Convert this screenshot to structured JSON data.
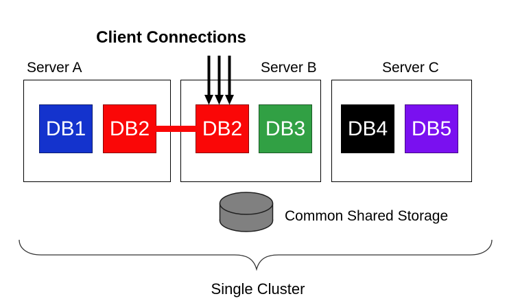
{
  "title": {
    "text": "Client Connections"
  },
  "client_connections": {
    "arrow_count": 3,
    "arrow_color": "#000000",
    "target": "Server B DB2"
  },
  "servers": [
    {
      "label": "Server A",
      "databases": [
        {
          "label": "DB1",
          "color": "#1433cd",
          "text_color": "#ffffff"
        },
        {
          "label": "DB2",
          "color": "#fa0707",
          "text_color": "#ffffff"
        }
      ]
    },
    {
      "label": "Server B",
      "databases": [
        {
          "label": "DB2",
          "color": "#fa0707",
          "text_color": "#ffffff"
        },
        {
          "label": "DB3",
          "color": "#31a044",
          "text_color": "#ffffff"
        }
      ]
    },
    {
      "label": "Server C",
      "databases": [
        {
          "label": "DB4",
          "color": "#000000",
          "text_color": "#ffffff"
        },
        {
          "label": "DB5",
          "color": "#7a10f0",
          "text_color": "#ffffff"
        }
      ]
    }
  ],
  "replication_link": {
    "color": "#fa0707",
    "from": "Server A DB2",
    "to": "Server B DB2"
  },
  "storage": {
    "label": "Common Shared Storage",
    "icon": "database-cylinder-icon",
    "cylinder_color": "#808080"
  },
  "cluster": {
    "label": "Single Cluster"
  }
}
